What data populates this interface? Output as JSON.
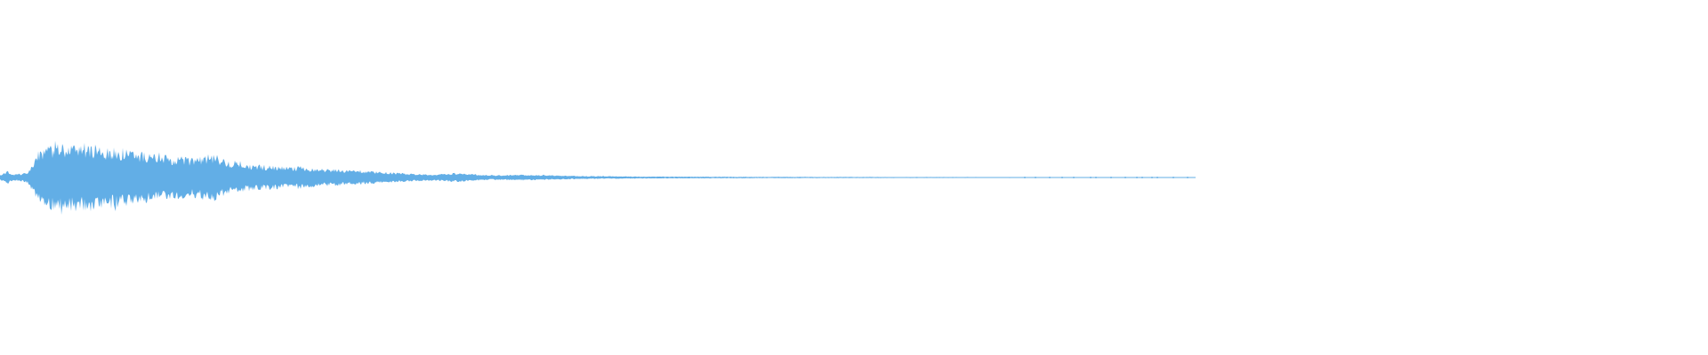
{
  "waveform": {
    "color": "#62aee6",
    "background": "#ffffff",
    "duration_fraction_with_signal": 0.7,
    "envelope": [
      {
        "t": 0.0,
        "amp": 0.06
      },
      {
        "t": 0.004,
        "amp": 0.16
      },
      {
        "t": 0.008,
        "amp": 0.08
      },
      {
        "t": 0.016,
        "amp": 0.12
      },
      {
        "t": 0.022,
        "amp": 0.6
      },
      {
        "t": 0.032,
        "amp": 0.9
      },
      {
        "t": 0.05,
        "amp": 0.85
      },
      {
        "t": 0.075,
        "amp": 0.72
      },
      {
        "t": 0.095,
        "amp": 0.55
      },
      {
        "t": 0.112,
        "amp": 0.5
      },
      {
        "t": 0.125,
        "amp": 0.6
      },
      {
        "t": 0.135,
        "amp": 0.38
      },
      {
        "t": 0.15,
        "amp": 0.32
      },
      {
        "t": 0.175,
        "amp": 0.26
      },
      {
        "t": 0.2,
        "amp": 0.2
      },
      {
        "t": 0.225,
        "amp": 0.14
      },
      {
        "t": 0.24,
        "amp": 0.1
      },
      {
        "t": 0.255,
        "amp": 0.08
      },
      {
        "t": 0.268,
        "amp": 0.12
      },
      {
        "t": 0.285,
        "amp": 0.06
      },
      {
        "t": 0.31,
        "amp": 0.07
      },
      {
        "t": 0.34,
        "amp": 0.04
      },
      {
        "t": 0.38,
        "amp": 0.025
      },
      {
        "t": 0.45,
        "amp": 0.018
      },
      {
        "t": 0.52,
        "amp": 0.014
      },
      {
        "t": 0.6,
        "amp": 0.012
      },
      {
        "t": 0.64,
        "amp": 0.009
      },
      {
        "t": 0.67,
        "amp": 0.006
      },
      {
        "t": 0.69,
        "amp": 0.0
      }
    ]
  }
}
